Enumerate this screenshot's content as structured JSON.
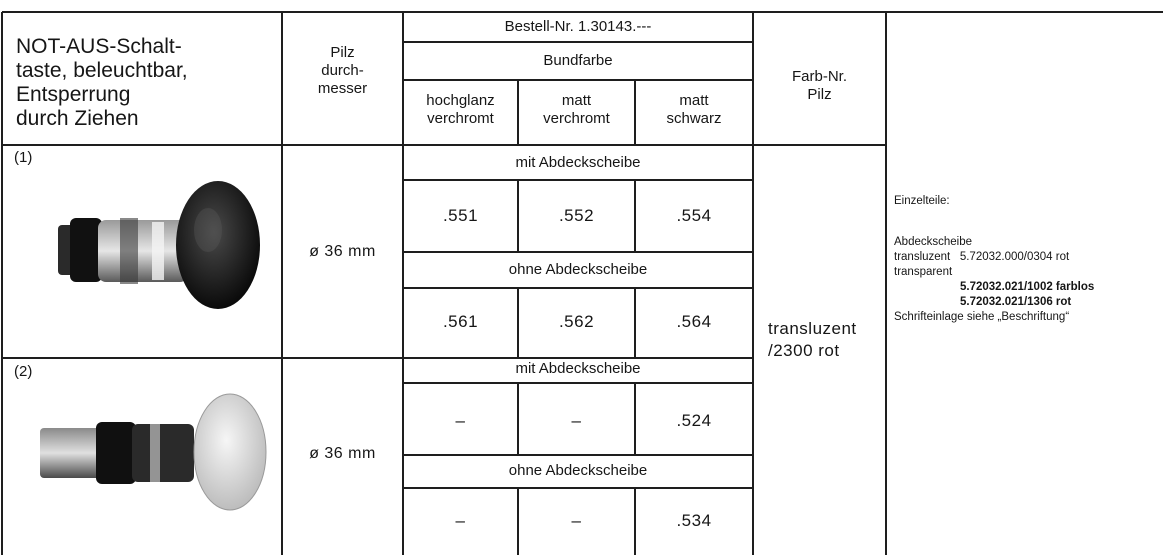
{
  "header": {
    "product_title": [
      "NOT-AUS-Schalt-",
      "taste, beleuchtbar,",
      "Entsperrung",
      "durch Ziehen"
    ],
    "pilz_durchmesser": [
      "Pilz",
      "durch-",
      "messer"
    ],
    "bestell_nr": "Bestell-Nr. 1.30143.---",
    "bundfarbe": "Bundfarbe",
    "finishes": [
      [
        "hochglanz",
        "verchromt"
      ],
      [
        "matt",
        "verchromt"
      ],
      [
        "matt",
        "schwarz"
      ]
    ],
    "farb_nr": [
      "Farb-Nr.",
      "Pilz"
    ]
  },
  "rows": [
    {
      "label": "(1)",
      "diameter": "ø 36 mm",
      "with_cover_label": "mit Abdeckscheibe",
      "with_cover": [
        ".551",
        ".552",
        ".554"
      ],
      "without_cover_label": "ohne Abdeckscheibe",
      "without_cover": [
        ".561",
        ".562",
        ".564"
      ]
    },
    {
      "label": "(2)",
      "diameter": "ø 36 mm",
      "with_cover_label": "mit Abdeckscheibe",
      "with_cover": [
        "–",
        "–",
        ".524"
      ],
      "without_cover_label": "ohne Abdeckscheibe",
      "without_cover": [
        "–",
        "–",
        ".534"
      ]
    }
  ],
  "farb_value": [
    "transluzent",
    "/2300 rot"
  ],
  "notes": {
    "title": "Einzelteile:",
    "lines": [
      "Abdeckscheibe",
      "transluzent   5.72032.000/0304 rot",
      "transparent",
      "5.72032.021/1002 farblos",
      "5.72032.021/1306 rot",
      "Schrifteinlage siehe „Beschriftung“"
    ]
  }
}
